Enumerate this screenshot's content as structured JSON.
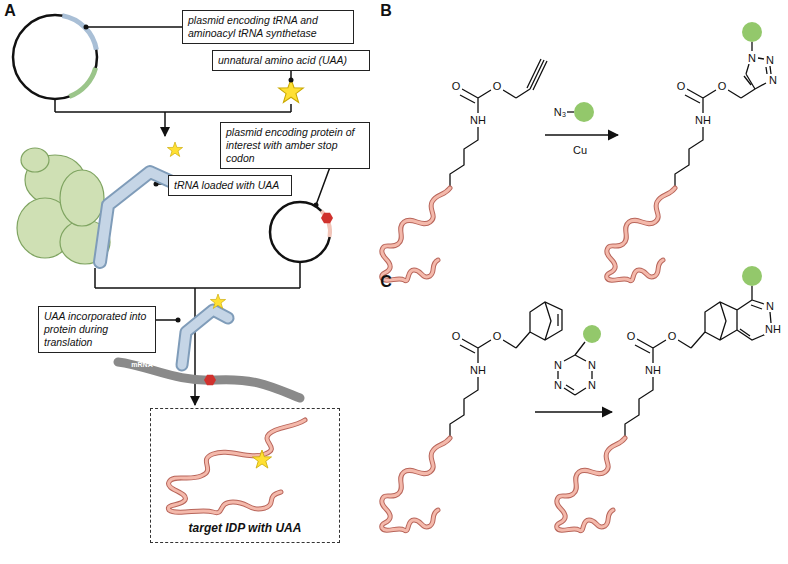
{
  "diagram": {
    "nodes": [
      {
        "text": [
          "plasmid encoding tRNA and aminoacyl tRNA synthetase"
        ]
      },
      {
        "text": [
          "unnatural amino acid (UAA)"
        ]
      },
      {
        "text": [
          "tRNA loaded with UAA"
        ]
      },
      {
        "text": [
          "plasmid encoding protein of interest with amber stop codon"
        ]
      },
      {
        "text": [
          "UAA incorporated into protein during translation"
        ]
      },
      {
        "text": [
          "target IDP with UAA"
        ]
      }
    ],
    "labels": [
      "A",
      "B",
      "C",
      "mRNA",
      "O",
      "O",
      "NH",
      "N₃",
      "Cu",
      "N",
      "N",
      "N",
      "O",
      "O",
      "NH",
      "O",
      "O",
      "NH",
      "N",
      "N",
      "N",
      "N",
      "N",
      "NH",
      "O",
      "O",
      "NH"
    ]
  }
}
